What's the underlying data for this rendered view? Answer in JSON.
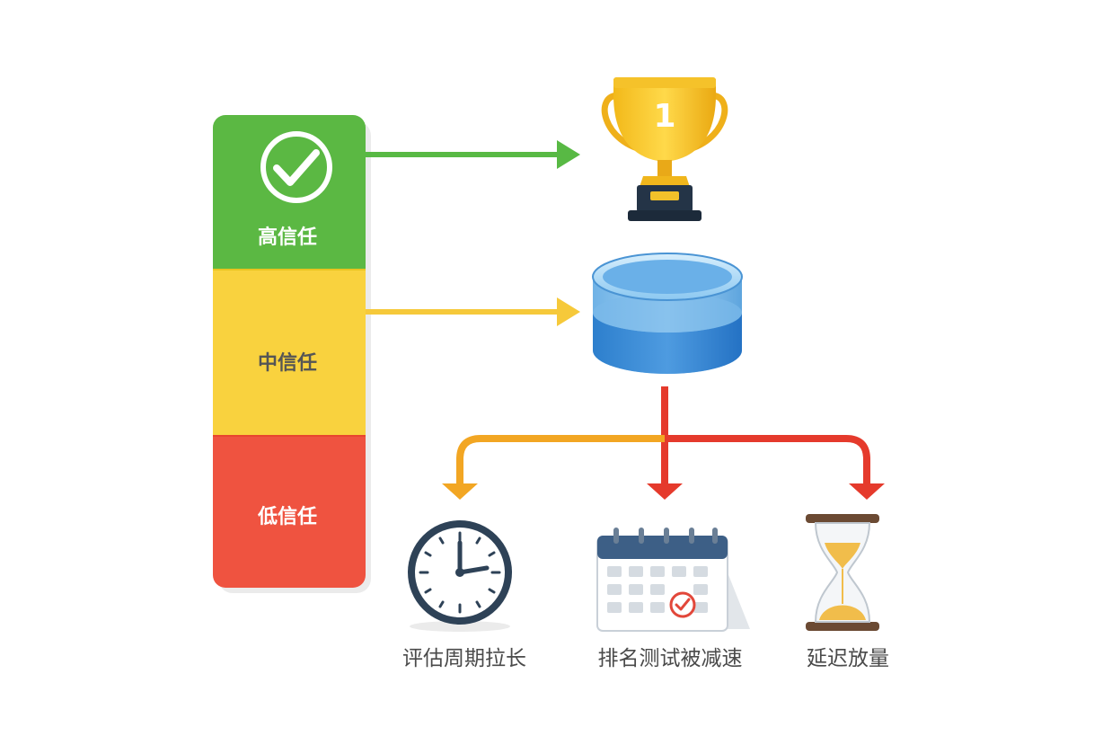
{
  "trust_levels": [
    {
      "label": "高信任",
      "color": "#5bb843"
    },
    {
      "label": "中信任",
      "color": "#f9d23e"
    },
    {
      "label": "低信任",
      "color": "#ef5340"
    }
  ],
  "outcomes": {
    "trophy_number": "1",
    "items": [
      {
        "label": "评估周期拉长",
        "icon": "clock-icon"
      },
      {
        "label": "排名测试被减速",
        "icon": "calendar-icon"
      },
      {
        "label": "延迟放量",
        "icon": "hourglass-icon"
      }
    ]
  },
  "colors": {
    "green_arrow": "#58b944",
    "yellow_arrow": "#f6c93a",
    "orange_arrow": "#f2a623",
    "red_arrow": "#e53a2c"
  }
}
